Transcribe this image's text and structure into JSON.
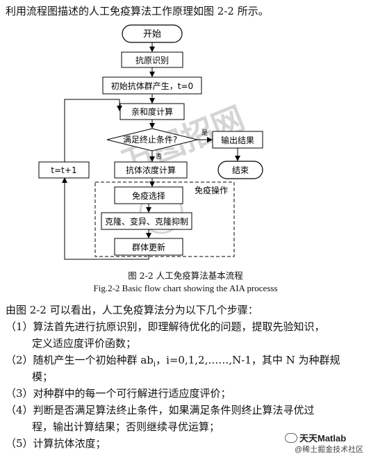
{
  "intro": "利用流程图描述的人工免疫算法工作原理如图 2-2 所示。",
  "flowchart": {
    "start": "开始",
    "antigen": "抗原识别",
    "init": "初始抗体群产生，t=0",
    "affinity": "亲和度计算",
    "decision": "满足终止条件?",
    "yes": "是",
    "no": "否",
    "output": "输出结果",
    "end": "结束",
    "concentration": "抗体浓度计算",
    "immune_op": "免疫操作",
    "selection": "免疫选择",
    "clone": "克隆、变异、克隆抑制",
    "update": "群体更新",
    "counter": "t=t+1",
    "watermark": "万图招网"
  },
  "caption_cn": "图 2-2  人工免疫算法基本流程",
  "caption_en": "Fig.2-2 Basic flow chart showing the AIA processs",
  "para_intro": "由图 2-2 可以看出，人工免疫算法分为以下几个步骤：",
  "steps": [
    "（1）算法首先进行抗原识别，即理解待优化的问题，提取先验知识，",
    "定义适应度评价函数；",
    "（2）随机产生一个初始种群  ab",
    "i",
    "，i=0,1,2,……,N-1，其中  N  为种群规",
    "模；",
    "（3）对种群中的每一个可行解进行适应度评价；",
    "（4）判断是否满足算法终止条件，如果满足条件则终止算法寻优过",
    "程，输出计算结果；否则继续寻优运算；",
    "（5）计算抗体浓度；"
  ],
  "footer_brand": "天天Matlab",
  "footer_sub": "@稀土掘金技术社区"
}
